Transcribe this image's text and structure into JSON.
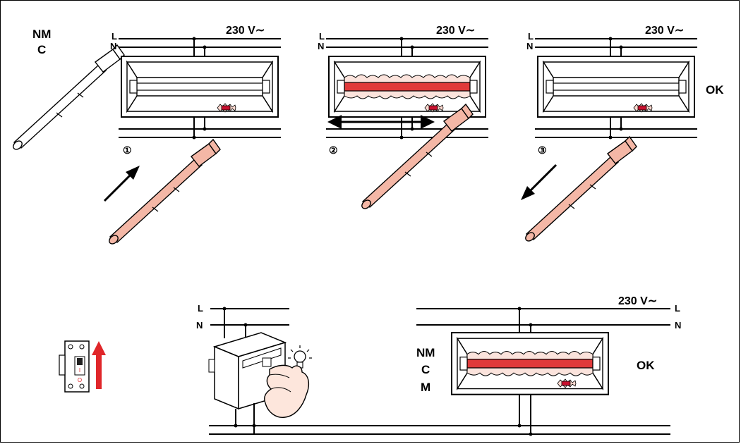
{
  "colors": {
    "lamp_on": "#e03a3a",
    "lamp_glow": "#fbe3dc",
    "wand": "#f4b7a6",
    "arrow_up": "#e0262a",
    "led": "#c8102e"
  },
  "panels": [
    {
      "voltage": "230 V∼",
      "line_label": "L",
      "neutral_label": "N",
      "step": "",
      "side_text": [
        "NM",
        "C"
      ],
      "status": ""
    },
    {
      "voltage": "230 V∼",
      "line_label": "L",
      "neutral_label": "N",
      "step": "②",
      "side_text": [],
      "status": ""
    },
    {
      "voltage": "230 V∼",
      "line_label": "L",
      "neutral_label": "N",
      "step": "③",
      "side_text": [],
      "status": "OK"
    }
  ],
  "step1": "①",
  "bottom": {
    "line_label": "L",
    "neutral_label": "N",
    "voltage": "230 V∼",
    "right_line_label": "L",
    "right_neutral_label": "N",
    "side_text": [
      "NM",
      "C",
      "M"
    ],
    "status": "OK",
    "breaker_on": "I",
    "breaker_off": "O"
  },
  "icons": [
    "magnet-wand-icon",
    "arrow-icon",
    "lightbulb-icon",
    "hand-icon",
    "circuit-breaker-icon"
  ]
}
